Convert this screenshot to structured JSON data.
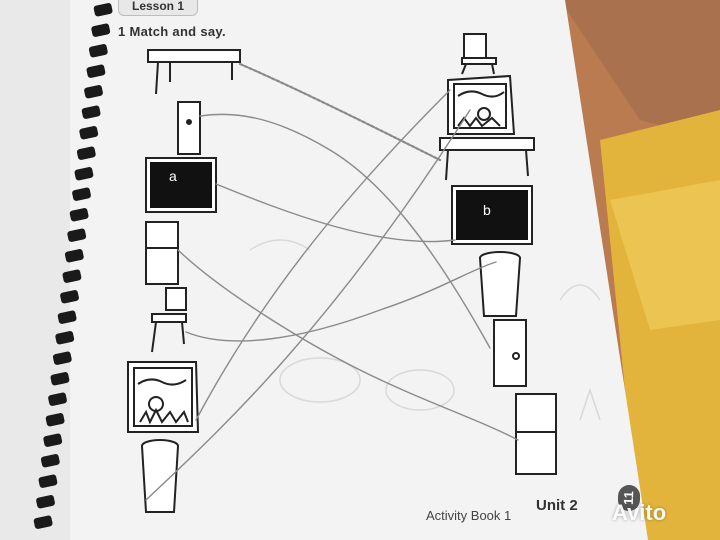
{
  "page": {
    "lesson_label": "Lesson 1",
    "exercise_title": "1 Match and say.",
    "footer_book": "Activity Book 1",
    "footer_unit": "Unit 2",
    "page_number": "11"
  },
  "board_labels": {
    "left": "a",
    "right": "b"
  },
  "left_column": [
    "table",
    "cupboard",
    "board",
    "wardrobe",
    "chair",
    "picture",
    "bin"
  ],
  "right_column": [
    "chair",
    "picture",
    "table",
    "board",
    "bin",
    "cupboard",
    "wardrobe"
  ],
  "watermark": "Avito",
  "colors": {
    "paper": "#f4f4f4",
    "cushion": "#e3b83f",
    "pencil": "#8a8a8a",
    "ink": "#222222"
  }
}
